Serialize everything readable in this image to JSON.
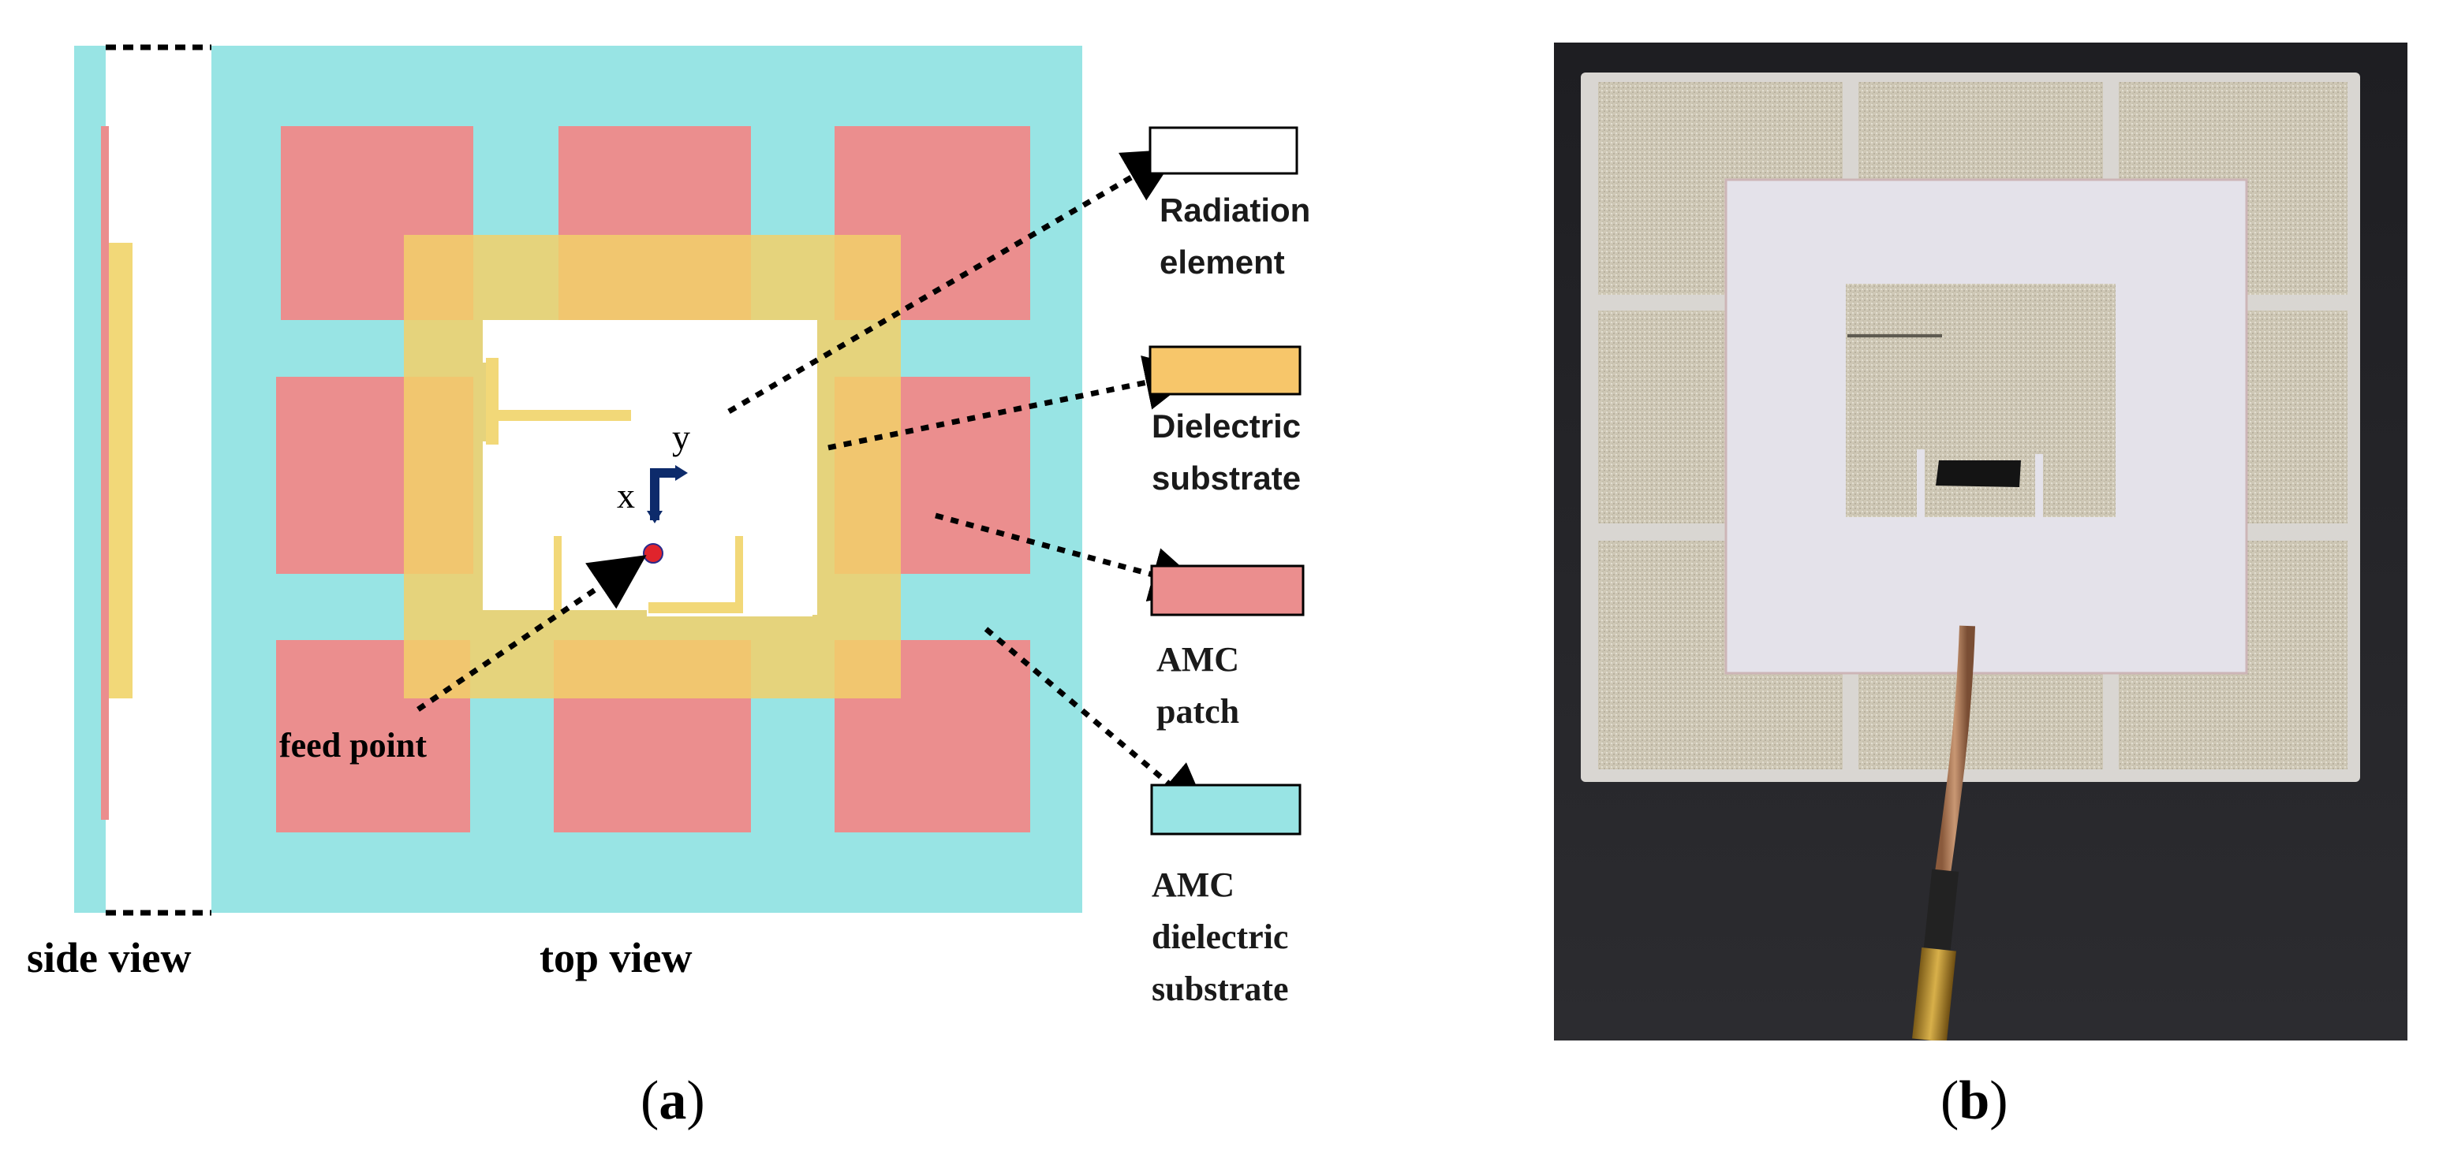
{
  "panel_a": {
    "label": "(a)",
    "side_view_label": "side view",
    "top_view_label": "top view",
    "feed_point_label": "feed point",
    "axis_x": "x",
    "axis_y": "y",
    "legend": [
      {
        "line1": "Radiation",
        "line2": "element",
        "line3": "",
        "color": "#ffffff"
      },
      {
        "line1": "Dielectric",
        "line2": "substrate",
        "line3": "",
        "color": "#f7c66a"
      },
      {
        "line1": "AMC",
        "line2": "patch",
        "line3": "",
        "color": "#eb8e8e"
      },
      {
        "line1": "AMC",
        "line2": "dielectric",
        "line3": "substrate",
        "color": "#98e4e4"
      }
    ],
    "colors": {
      "amc_substrate": "#98e4e4",
      "amc_patch": "#eb8e8e",
      "dielectric": "#f2cd6e",
      "radiator": "#ffffff",
      "feed": "#e0242c"
    }
  },
  "panel_b": {
    "label": "(b)"
  }
}
